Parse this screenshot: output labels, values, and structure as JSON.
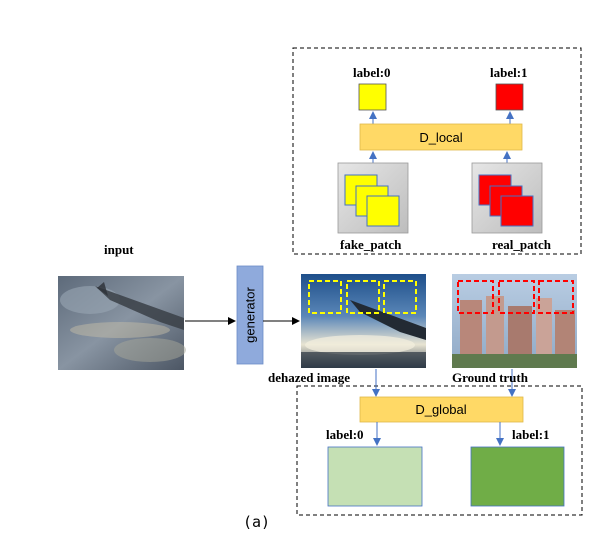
{
  "labels": {
    "local_label_0": "label:0",
    "local_label_1": "label:1",
    "d_local": "D_local",
    "fake_patch": "fake_patch",
    "real_patch": "real_patch",
    "input": "input",
    "generator": "generator",
    "dehazed_image": "dehazed image",
    "ground_truth": "Ground truth",
    "d_global": "D_global",
    "global_label_0": "label:0",
    "global_label_1": "label:1",
    "caption": "(a)"
  },
  "colors": {
    "fake": "#ffff00",
    "real": "#ff0000",
    "discriminator": "#ffd966",
    "generator": "#8faadc",
    "global_fake": "#c5e0b4",
    "global_real": "#70ad47",
    "arrow": "#4472c4"
  }
}
